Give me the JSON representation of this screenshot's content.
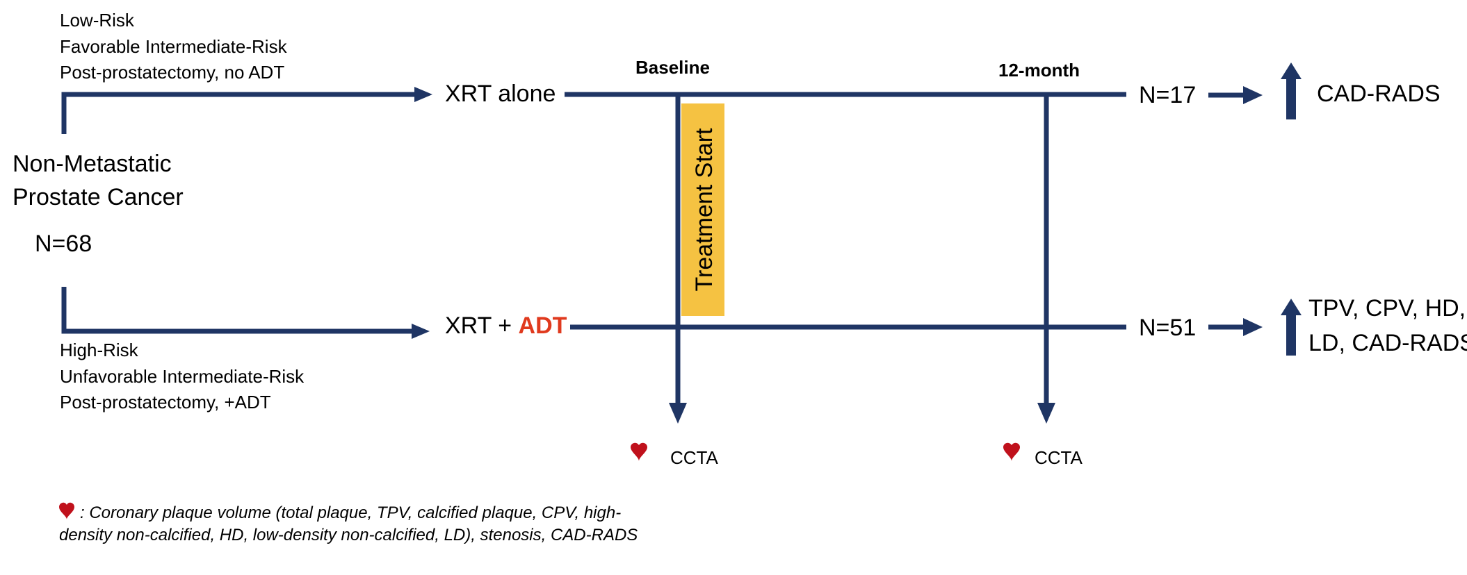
{
  "population": {
    "line1": "Non-Metastatic",
    "line2": "Prostate Cancer",
    "n": "N=68"
  },
  "top_group": {
    "criteria": [
      "Low-Risk",
      "Favorable Intermediate-Risk",
      "Post-prostatectomy, no ADT"
    ],
    "arm": "XRT alone",
    "n": "N=17",
    "outcome": "CAD-RADS"
  },
  "bottom_group": {
    "criteria": [
      "High-Risk",
      "Unfavorable Intermediate-Risk",
      "Post-prostatectomy, +ADT"
    ],
    "arm_prefix": "XRT + ",
    "arm_highlight": "ADT",
    "n": "N=51",
    "outcome_line1": "TPV, CPV, HD,",
    "outcome_line2": "LD, CAD-RADS"
  },
  "timeline": {
    "baseline": "Baseline",
    "month12": "12-month",
    "treatment_start": "Treatment Start",
    "ccta": "CCTA"
  },
  "footnote": {
    "line1": ": Coronary plaque volume (total plaque, TPV, calcified plaque, CPV, high-",
    "line2": "density non-calcified, HD, low-density non-calcified, LD), stenosis, CAD-RADS"
  },
  "colors": {
    "line": "#1f3564",
    "treatment_box": "#f5c242",
    "adt_red": "#e03a1e",
    "heart": "#c0111c"
  },
  "icons": [
    "heart-icon",
    "arrow-up-icon",
    "arrow-right-icon",
    "arrow-down-icon"
  ]
}
